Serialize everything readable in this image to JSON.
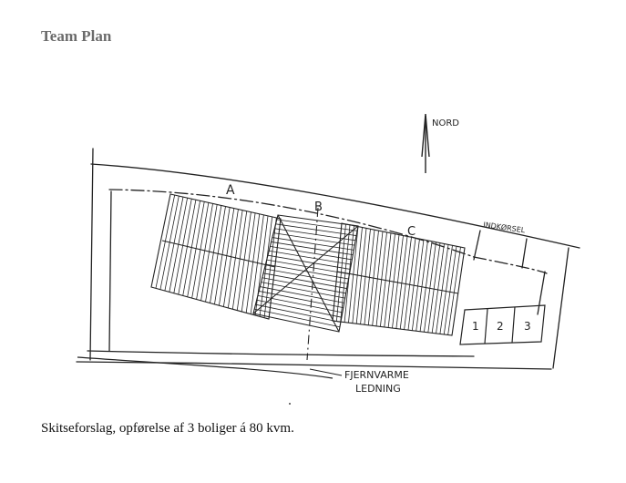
{
  "header": {
    "title": "Team Plan"
  },
  "sketch": {
    "labels": {
      "a": "A",
      "b": "B",
      "c": "C",
      "north": "NORD",
      "driveway": "INDKØRSEL",
      "pipe_line1": "FJERNVARME",
      "pipe_line2": "LEDNING",
      "shed1": "1",
      "shed2": "2",
      "shed3": "3"
    },
    "ink_color": "#222222"
  },
  "caption": {
    "text": "Skitseforslag, opførelse af 3 boliger á 80 kvm."
  }
}
